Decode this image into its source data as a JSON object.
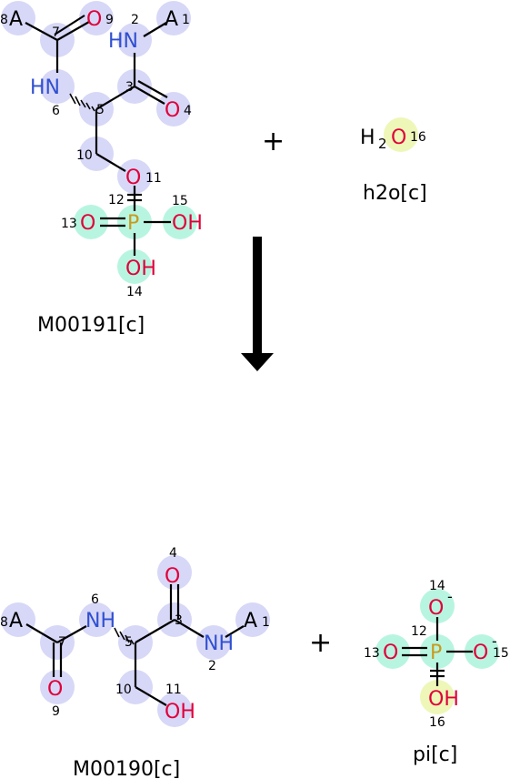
{
  "reaction": {
    "plus_sign": "+",
    "reactants": [
      {
        "id": "M00191[c]",
        "name": "M00191[c]",
        "atoms": [
          {
            "idx": "1",
            "label": "A",
            "color": "#000000",
            "highlight": "#d7d7f7"
          },
          {
            "idx": "2",
            "label": "HN",
            "color": "#3050d0",
            "highlight": "#d7d7f7"
          },
          {
            "idx": "3",
            "label": "",
            "color": "#000000",
            "highlight": "#d7d7f7"
          },
          {
            "idx": "4",
            "label": "O",
            "color": "#e0003a",
            "highlight": "#d7d7f7"
          },
          {
            "idx": "5",
            "label": "",
            "color": "#000000",
            "highlight": "#d7d7f7"
          },
          {
            "idx": "6",
            "label": "HN",
            "color": "#3050d0",
            "highlight": "#d7d7f7"
          },
          {
            "idx": "7",
            "label": "",
            "color": "#000000",
            "highlight": "#d7d7f7"
          },
          {
            "idx": "8",
            "label": "A",
            "color": "#000000",
            "highlight": "#d7d7f7"
          },
          {
            "idx": "9",
            "label": "O",
            "color": "#e0003a",
            "highlight": "#d7d7f7"
          },
          {
            "idx": "10",
            "label": "",
            "color": "#000000",
            "highlight": "#d7d7f7"
          },
          {
            "idx": "11",
            "label": "O",
            "color": "#e0003a",
            "highlight": "#d7d7f7"
          },
          {
            "idx": "12",
            "label": "P",
            "color": "#c89a1e",
            "highlight": "#b8f5e0"
          },
          {
            "idx": "13",
            "label": "O",
            "color": "#e0003a",
            "highlight": "#b8f5e0"
          },
          {
            "idx": "14",
            "label": "OH",
            "color": "#e0003a",
            "highlight": "#b8f5e0"
          },
          {
            "idx": "15",
            "label": "OH",
            "color": "#e0003a",
            "highlight": "#b8f5e0"
          }
        ]
      },
      {
        "id": "h2o[c]",
        "name": "h2o[c]",
        "atoms": [
          {
            "idx": "16",
            "label": "O",
            "prefix": "H",
            "sub": "2",
            "color": "#e0003a",
            "highlight": "#eef7b8"
          }
        ]
      }
    ],
    "products": [
      {
        "id": "M00190[c]",
        "name": "M00190[c]",
        "atoms": [
          {
            "idx": "1",
            "label": "A",
            "color": "#000000",
            "highlight": "#d7d7f7"
          },
          {
            "idx": "2",
            "label": "NH",
            "color": "#3050d0",
            "highlight": "#d7d7f7"
          },
          {
            "idx": "3",
            "label": "",
            "color": "#000000",
            "highlight": "#d7d7f7"
          },
          {
            "idx": "4",
            "label": "O",
            "color": "#e0003a",
            "highlight": "#d7d7f7"
          },
          {
            "idx": "5",
            "label": "",
            "color": "#000000",
            "highlight": "#d7d7f7"
          },
          {
            "idx": "6",
            "label": "NH",
            "color": "#3050d0",
            "highlight": "#d7d7f7"
          },
          {
            "idx": "7",
            "label": "",
            "color": "#000000",
            "highlight": "#d7d7f7"
          },
          {
            "idx": "8",
            "label": "A",
            "color": "#000000",
            "highlight": "#d7d7f7"
          },
          {
            "idx": "9",
            "label": "O",
            "color": "#e0003a",
            "highlight": "#d7d7f7"
          },
          {
            "idx": "10",
            "label": "",
            "color": "#000000",
            "highlight": "#d7d7f7"
          },
          {
            "idx": "11",
            "label": "OH",
            "color": "#e0003a",
            "highlight": "#d7d7f7"
          }
        ]
      },
      {
        "id": "pi[c]",
        "name": "pi[c]",
        "atoms": [
          {
            "idx": "12",
            "label": "P",
            "color": "#c89a1e",
            "highlight": "#b8f5e0"
          },
          {
            "idx": "13",
            "label": "O",
            "color": "#e0003a",
            "highlight": "#b8f5e0"
          },
          {
            "idx": "14",
            "label": "O",
            "charge": "-",
            "color": "#e0003a",
            "highlight": "#b8f5e0"
          },
          {
            "idx": "15",
            "label": "O",
            "charge": "-",
            "color": "#e0003a",
            "highlight": "#b8f5e0"
          },
          {
            "idx": "16",
            "label": "OH",
            "color": "#e0003a",
            "highlight": "#eef7b8"
          }
        ]
      }
    ]
  }
}
